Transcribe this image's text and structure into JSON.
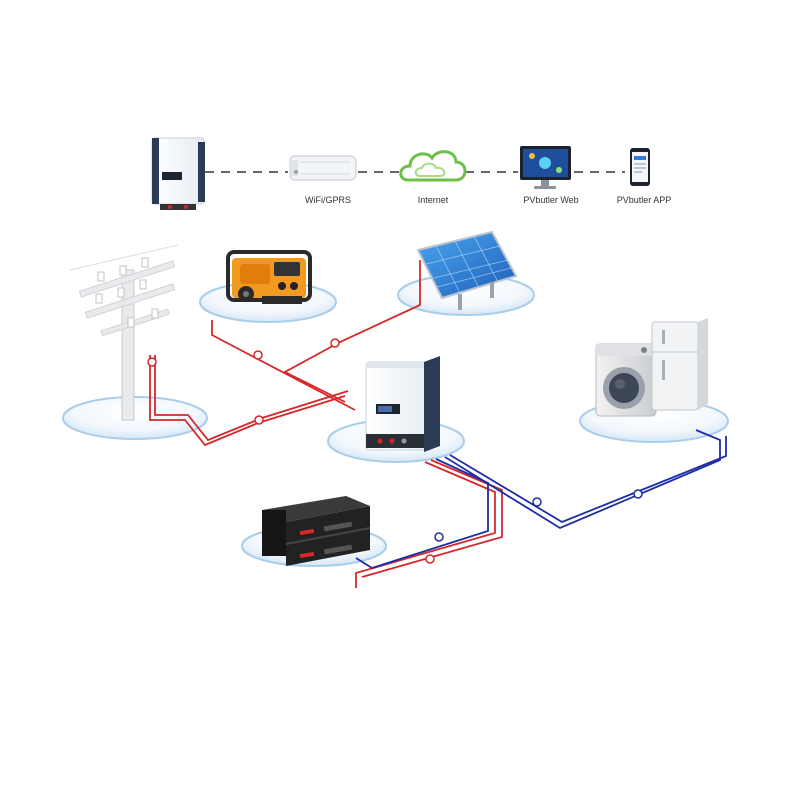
{
  "monitoring_chain": {
    "labels": {
      "wifi": "WiFi/GPRS",
      "internet": "Internet",
      "web": "PVbutler Web",
      "app": "PVbutler APP"
    }
  },
  "devices": [
    "inverter",
    "utility-grid-pole",
    "generator",
    "solar-panel",
    "battery-rack",
    "washing-machine",
    "refrigerator"
  ],
  "colors": {
    "ac_wire": "#d62828",
    "dc_wire": "#1f2ea6",
    "pad": "#a9cdea",
    "inverter_body": "#f4f7fb",
    "generator": "#f29a1f",
    "solar_cell": "#2f7fd8",
    "battery": "#1b1b1b"
  },
  "icons": [
    "connector-icon",
    "cloud-icon",
    "monitor-icon",
    "phone-icon",
    "wifi-stick-icon"
  ]
}
